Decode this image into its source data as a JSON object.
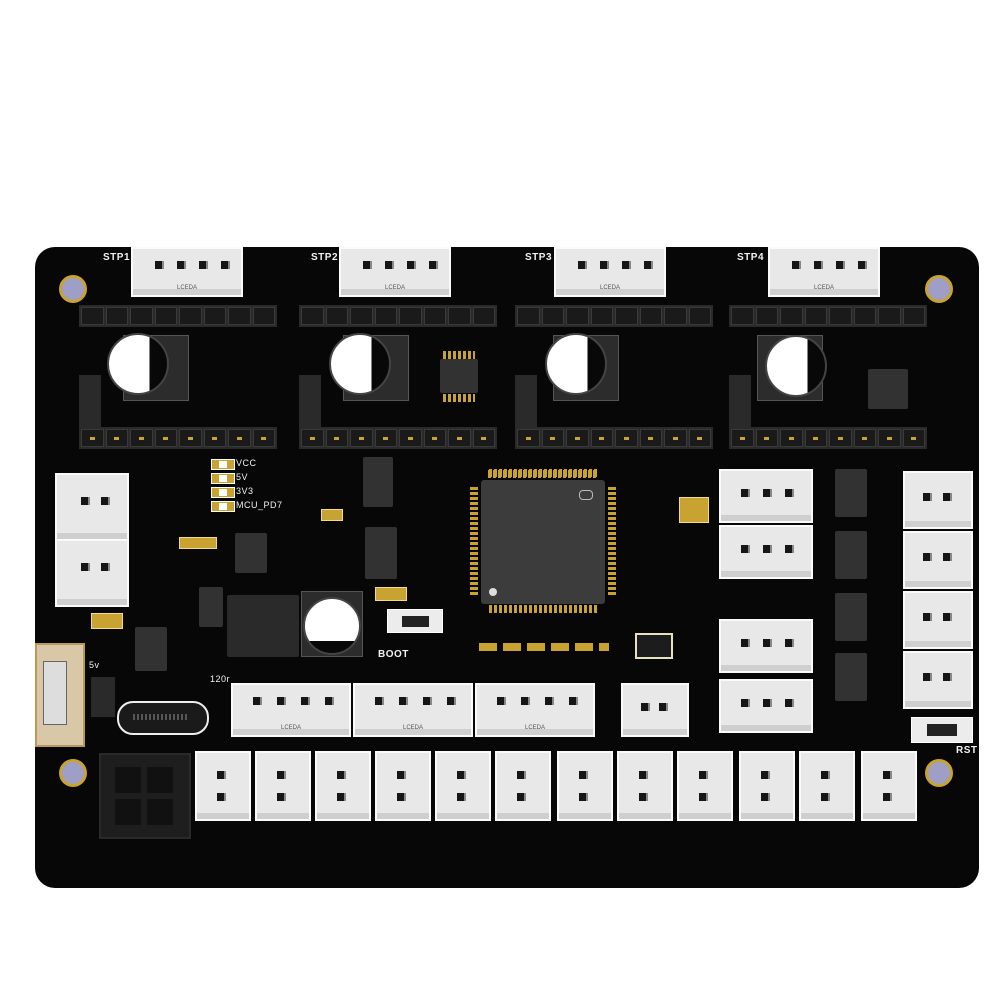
{
  "image": {
    "subject": "3D printer controller board (PCB) render",
    "background_color": "#ffffff",
    "board_color": "#070707",
    "pad_color": "#c9a332",
    "silkscreen_color": "#f1f1f1"
  },
  "stepper_connectors": [
    {
      "label": "STP1",
      "connector_text": "LCEDA"
    },
    {
      "label": "STP2",
      "connector_text": "LCEDA"
    },
    {
      "label": "STP3",
      "connector_text": "LCEDA"
    },
    {
      "label": "STP4",
      "connector_text": "LCEDA"
    }
  ],
  "status_leds": [
    {
      "label": "VCC"
    },
    {
      "label": "5V"
    },
    {
      "label": "3V3"
    },
    {
      "label": "MCU_PD7"
    }
  ],
  "silkscreen": {
    "boot": "BOOT",
    "rst": "RST",
    "five_v": "5v",
    "termination": "120r"
  },
  "bottom_connectors_mid": [
    {
      "connector_text": "LCEDA"
    },
    {
      "connector_text": "LCEDA"
    },
    {
      "connector_text": "LCEDA"
    }
  ],
  "bottom_row_count": 12,
  "right_column_count": 4,
  "inner_right_count": 4
}
